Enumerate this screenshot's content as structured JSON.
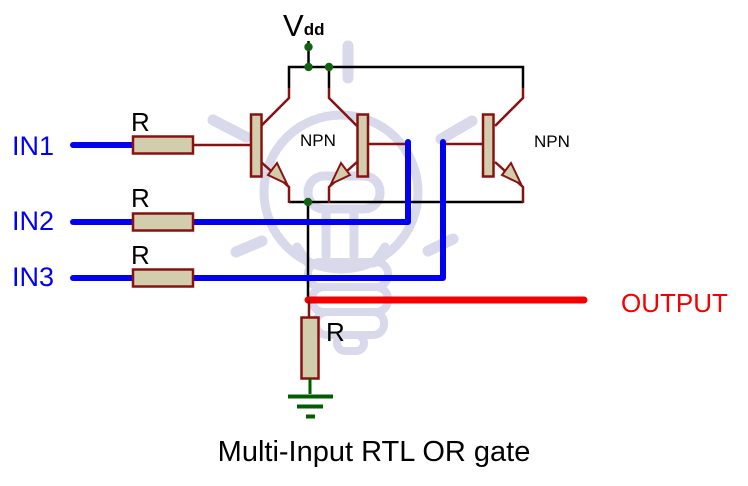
{
  "title": "Multi-Input RTL OR gate",
  "power": {
    "vdd_main": "V",
    "vdd_sub": "dd"
  },
  "inputs": [
    {
      "label": "IN1"
    },
    {
      "label": "IN2"
    },
    {
      "label": "IN3"
    }
  ],
  "resistors": [
    {
      "label": "R"
    },
    {
      "label": "R"
    },
    {
      "label": "R"
    },
    {
      "label": "R"
    }
  ],
  "transistors": [
    {
      "label": "NPN"
    },
    {
      "label": "NPN"
    }
  ],
  "output": {
    "label": "OUTPUT"
  },
  "colors": {
    "wire-blue": "#0202f0",
    "wire-red": "#f40000",
    "wire-black": "#000000",
    "component-maroon": "#881212",
    "component-fill": "#d2cdad",
    "junction-green": "#136113",
    "ground-green": "#025c02",
    "watermark": "#d9d9ec",
    "text-black": "#000000"
  }
}
